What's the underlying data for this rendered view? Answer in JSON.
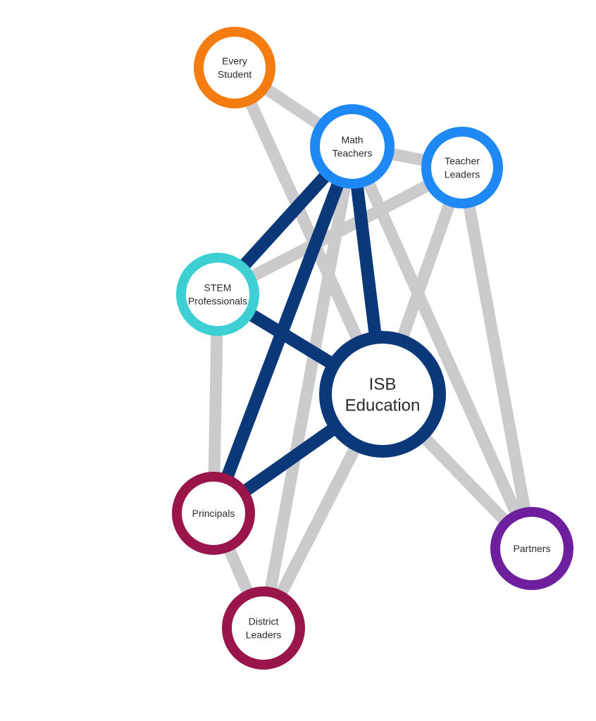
{
  "colors": {
    "orange": "#F57C10",
    "blue": "#1E88F5",
    "navy": "#0A3878",
    "teal": "#3DCFD3",
    "maroon": "#9A164A",
    "purple": "#6E1F9D",
    "edge_grey": "#CBCBCD"
  },
  "nodes": {
    "every_student": {
      "lines": [
        "Every",
        "Student"
      ],
      "color": "orange"
    },
    "math_teachers": {
      "lines": [
        "Math",
        "Teachers"
      ],
      "color": "blue"
    },
    "teacher_leaders": {
      "lines": [
        "Teacher",
        "Leaders"
      ],
      "color": "blue"
    },
    "stem_professionals": {
      "lines": [
        "STEM",
        "Professionals"
      ],
      "color": "teal"
    },
    "isb_education": {
      "lines": [
        "ISB",
        "Education"
      ],
      "color": "navy"
    },
    "principals": {
      "lines": [
        "Principals"
      ],
      "color": "maroon"
    },
    "district_leaders": {
      "lines": [
        "District",
        "Leaders"
      ],
      "color": "maroon"
    },
    "partners": {
      "lines": [
        "Partners"
      ],
      "color": "purple"
    }
  },
  "edges": [
    {
      "from": "every_student",
      "to": "math_teachers",
      "strong": false
    },
    {
      "from": "every_student",
      "to": "isb_education",
      "strong": false
    },
    {
      "from": "math_teachers",
      "to": "teacher_leaders",
      "strong": false
    },
    {
      "from": "math_teachers",
      "to": "district_leaders",
      "strong": false
    },
    {
      "from": "math_teachers",
      "to": "partners",
      "strong": false
    },
    {
      "from": "teacher_leaders",
      "to": "stem_professionals",
      "strong": false
    },
    {
      "from": "teacher_leaders",
      "to": "isb_education",
      "strong": false
    },
    {
      "from": "teacher_leaders",
      "to": "partners",
      "strong": false
    },
    {
      "from": "stem_professionals",
      "to": "principals",
      "strong": false
    },
    {
      "from": "isb_education",
      "to": "district_leaders",
      "strong": false
    },
    {
      "from": "isb_education",
      "to": "partners",
      "strong": false
    },
    {
      "from": "principals",
      "to": "district_leaders",
      "strong": false
    },
    {
      "from": "math_teachers",
      "to": "stem_professionals",
      "strong": true
    },
    {
      "from": "math_teachers",
      "to": "principals",
      "strong": true
    },
    {
      "from": "math_teachers",
      "to": "isb_education",
      "strong": true
    },
    {
      "from": "stem_professionals",
      "to": "isb_education",
      "strong": true
    },
    {
      "from": "principals",
      "to": "isb_education",
      "strong": true
    }
  ]
}
